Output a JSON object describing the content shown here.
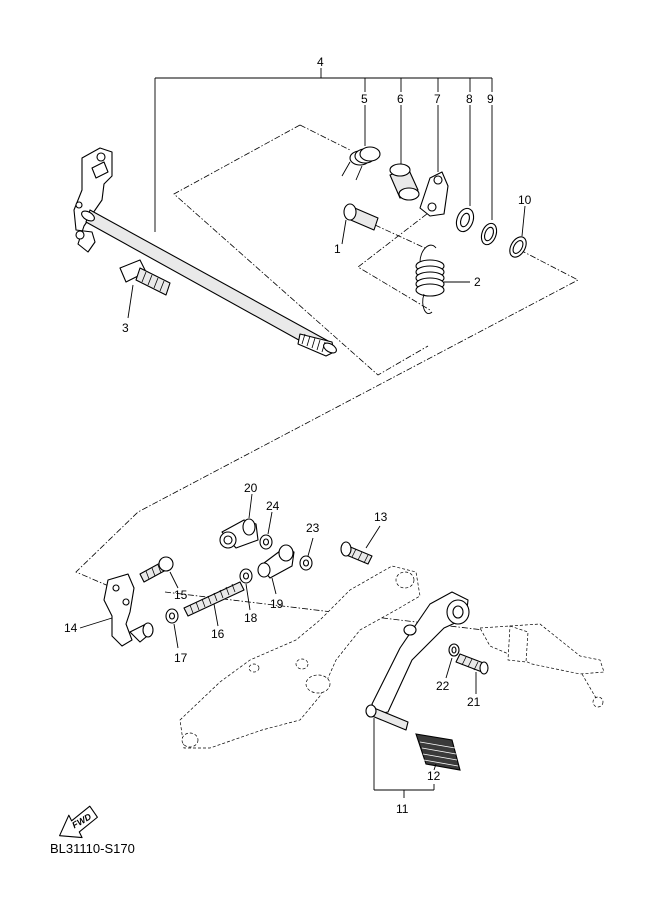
{
  "diagram": {
    "figure_code": "BL31110-S170",
    "direction_label": "FWD",
    "callouts": {
      "p1": "1",
      "p2": "2",
      "p3": "3",
      "p4": "4",
      "p5": "5",
      "p6": "6",
      "p7": "7",
      "p8": "8",
      "p9": "9",
      "p10": "10",
      "p11": "11",
      "p12": "12",
      "p13": "13",
      "p14": "14",
      "p15": "15",
      "p16": "16",
      "p17": "17",
      "p18": "18",
      "p19": "19",
      "p20": "20",
      "p21": "21",
      "p22": "22",
      "p23": "23",
      "p24": "24"
    }
  }
}
